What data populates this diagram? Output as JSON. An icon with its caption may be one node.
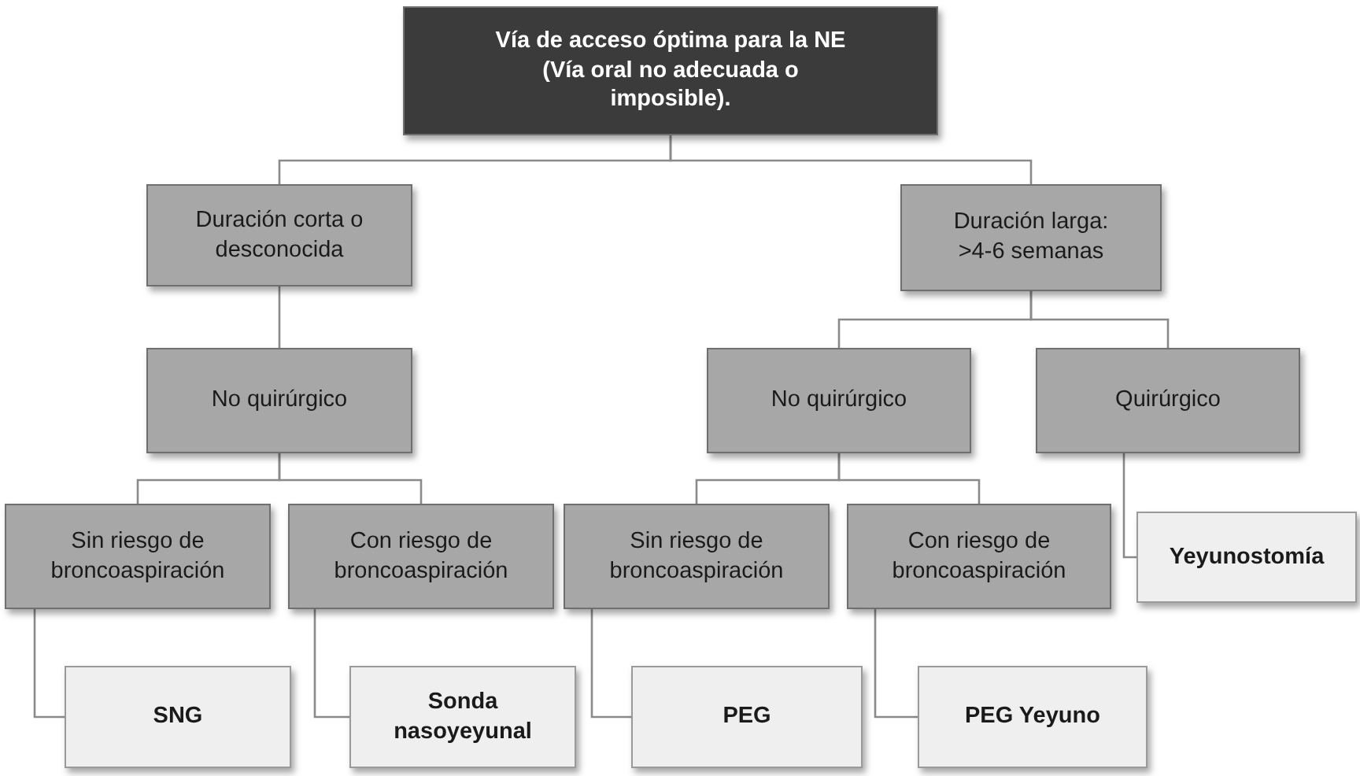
{
  "diagram": {
    "nodes": [
      {
        "text": [
          "Vía de acceso óptima para la NE (Vía oral no adecuada o imposible)."
        ]
      },
      {
        "text": [
          "Duración corta o desconocida"
        ]
      },
      {
        "text": [
          "Duración larga: >4-6 semanas"
        ]
      },
      {
        "text": [
          "No quirúrgico"
        ]
      },
      {
        "text": [
          "No quirúrgico"
        ]
      },
      {
        "text": [
          "Quirúrgico"
        ]
      },
      {
        "text": [
          "Sin riesgo de broncoaspiración"
        ]
      },
      {
        "text": [
          "Con riesgo de broncoaspiración"
        ]
      },
      {
        "text": [
          "Sin riesgo de broncoaspiración"
        ]
      },
      {
        "text": [
          "Con riesgo de broncoaspiración"
        ]
      },
      {
        "text": [
          "Yeyunostomía"
        ]
      },
      {
        "text": [
          "SNG"
        ]
      },
      {
        "text": [
          "Sonda nasoyeyunal"
        ]
      },
      {
        "text": [
          "PEG"
        ]
      },
      {
        "text": [
          "PEG Yeyuno"
        ]
      }
    ],
    "edges": [
      {
        "from": 0,
        "to": 1,
        "arrow": "none"
      },
      {
        "from": 0,
        "to": 2,
        "arrow": "none"
      },
      {
        "from": 1,
        "to": 3,
        "arrow": "none"
      },
      {
        "from": 2,
        "to": 4,
        "arrow": "none"
      },
      {
        "from": 2,
        "to": 5,
        "arrow": "none"
      },
      {
        "from": 3,
        "to": 6,
        "arrow": "none"
      },
      {
        "from": 3,
        "to": 7,
        "arrow": "none"
      },
      {
        "from": 4,
        "to": 8,
        "arrow": "none"
      },
      {
        "from": 4,
        "to": 9,
        "arrow": "none"
      },
      {
        "from": 5,
        "to": 10,
        "arrow": "none"
      },
      {
        "from": 6,
        "to": 11,
        "arrow": "none"
      },
      {
        "from": 7,
        "to": 12,
        "arrow": "none"
      },
      {
        "from": 8,
        "to": 13,
        "arrow": "none"
      },
      {
        "from": 9,
        "to": 14,
        "arrow": "none"
      }
    ]
  }
}
